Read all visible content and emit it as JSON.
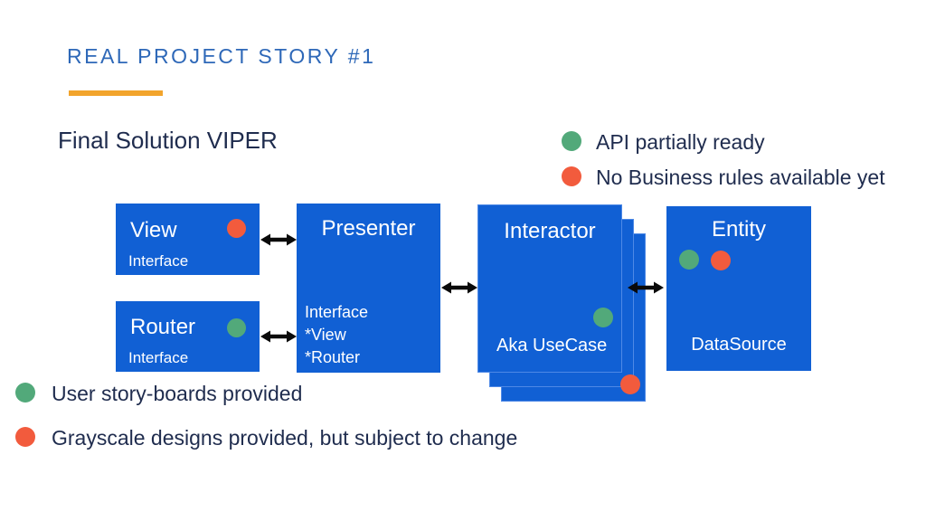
{
  "slide": {
    "title": "REAL PROJECT STORY #1",
    "subtitle": "Final Solution VIPER"
  },
  "colors": {
    "box_blue": "#1160d4",
    "layer_border": "#4e89e6",
    "green": "#52a97a",
    "orange": "#f25b3d",
    "navy": "#1f2c4e",
    "title_blue": "#2e68b8",
    "gold": "#f2a42c",
    "arrow_black": "#0a0a0a"
  },
  "legend_top": {
    "items": [
      {
        "dot": "green",
        "label": "API partially ready"
      },
      {
        "dot": "orange",
        "label": "No Business rules available yet"
      }
    ]
  },
  "legend_bottom": {
    "items": [
      {
        "dot": "green",
        "label": "User story-boards provided"
      },
      {
        "dot": "orange",
        "label": "Grayscale designs provided, but subject to change"
      }
    ]
  },
  "diagram": {
    "view": {
      "title": "View",
      "subtitle": "Interface",
      "status_dot": "orange"
    },
    "router": {
      "title": "Router",
      "subtitle": "Interface",
      "status_dot": "green"
    },
    "presenter": {
      "title": "Presenter",
      "lines": [
        "Interface",
        "*View",
        "*Router"
      ]
    },
    "interactor": {
      "title": "Interactor",
      "subtitle": "Aka UseCase",
      "status_dots": [
        "green",
        "orange"
      ]
    },
    "entity": {
      "title": "Entity",
      "subtitle": "DataSource",
      "status_dots": [
        "green",
        "orange"
      ]
    }
  }
}
